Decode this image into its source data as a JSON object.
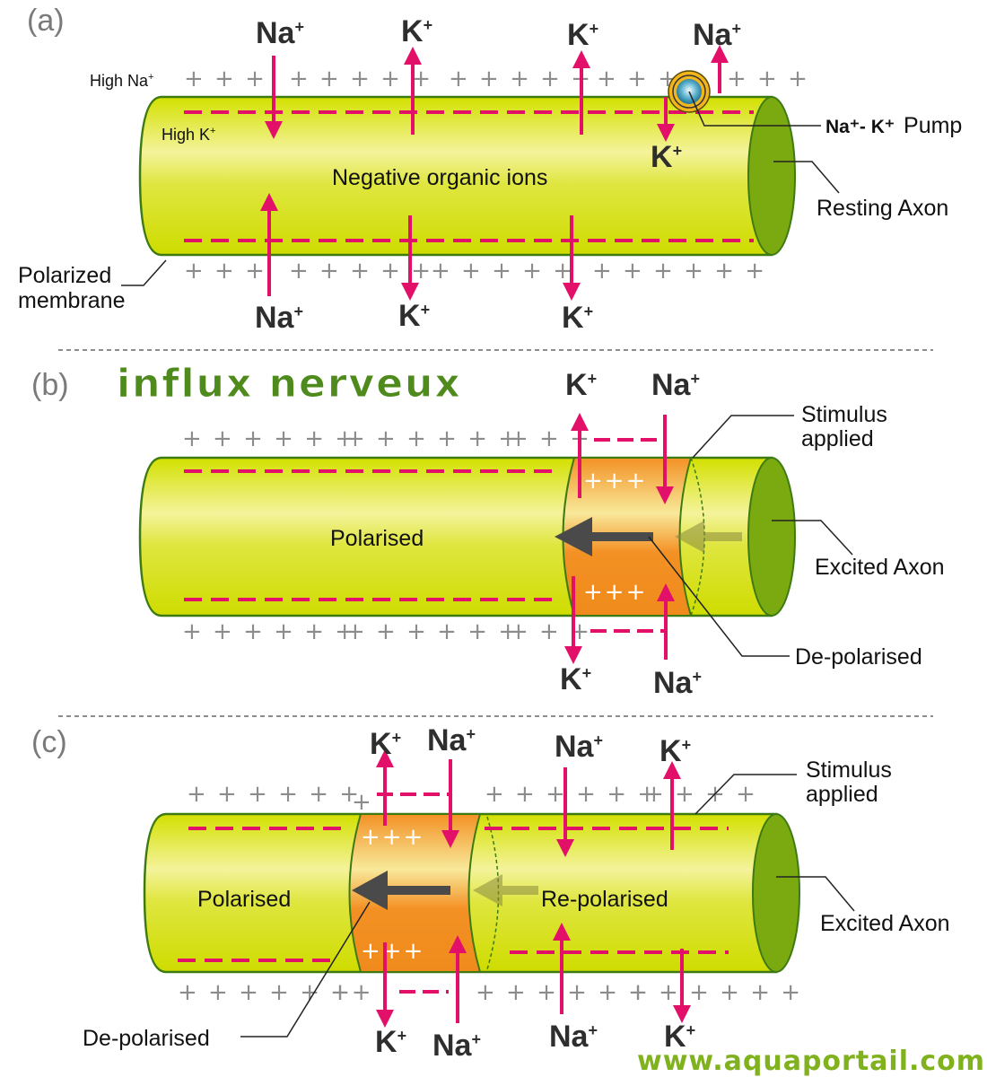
{
  "section_labels": {
    "a": "(a)",
    "b": "(b)",
    "c": "(c)"
  },
  "title": "influx nerveux",
  "watermark": "www.aquaportail.com",
  "colors": {
    "axon_light": "#d7e400",
    "axon_highlight": "#f5f29a",
    "axon_end": "#7aaa10",
    "axon_outline": "#3e7a12",
    "depolarised": "#f39124",
    "ion_arrow": "#e3106a",
    "charge_plus": "#8c8c8c",
    "title_green": "#4f8a1c"
  },
  "ions": {
    "na": "Na",
    "k": "K",
    "sup": "+"
  },
  "panel_a": {
    "high_na": "High Na",
    "high_k": "High K",
    "center_label": "Negative organic ions",
    "pump_label_bold": "Na⁺- K⁺",
    "pump_label": "Pump",
    "resting_axon": "Resting Axon",
    "polarized_line1": "Polarized",
    "polarized_line2": "membrane"
  },
  "panel_b": {
    "polarised": "Polarised",
    "stimulus_line1": "Stimulus",
    "stimulus_line2": "applied",
    "excited_axon": "Excited Axon",
    "depolarised": "De-polarised"
  },
  "panel_c": {
    "polarised": "Polarised",
    "repolarised": "Re-polarised",
    "stimulus_line1": "Stimulus",
    "stimulus_line2": "applied",
    "excited_axon": "Excited Axon",
    "depolarised": "De-polarised"
  },
  "charges": {
    "plus3": "+ + +",
    "plus4": "+ + + +",
    "plus5": "+ + + + +",
    "plus6": "+ + + + + +",
    "plus_inner": "+++"
  }
}
